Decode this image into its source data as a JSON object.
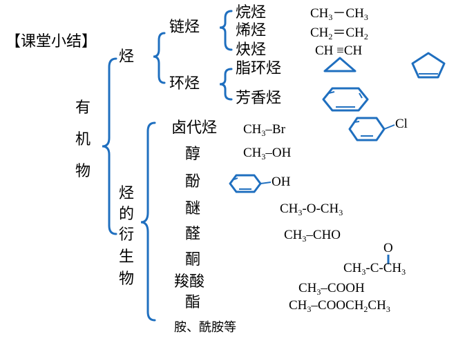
{
  "heading": "【课堂小结】",
  "organic_vertical": [
    "有",
    "机",
    "物"
  ],
  "hydrocarbon": "烃",
  "derivative_vertical": [
    "烃",
    "的",
    "衍",
    "生",
    "物"
  ],
  "chain": "链烃",
  "ring": "环烃",
  "alkane": "烷烃",
  "alkene": "烯烃",
  "alkyne": "炔烃",
  "cycloalkane": "脂环烃",
  "aromatic": "芳香烃",
  "halide": "卤代烃",
  "alcohol": "醇",
  "phenol": "酚",
  "ether": "醚",
  "aldehyde": "醛",
  "ketone": "酮",
  "acid": "羧酸",
  "ester": "酯",
  "amine": "胺、酰胺等",
  "f": {
    "ethane": {
      "a": "CH",
      "a_sub": "3",
      "b": "－CH",
      "b_sub": "3"
    },
    "ethene": {
      "a": "CH",
      "a_sub": "2",
      "b": "＝CH",
      "b_sub": "2"
    },
    "ethyne": "CH ≡CH",
    "bromo": {
      "a": "CH",
      "a_sub": "3",
      "b": "–Br"
    },
    "methanol": {
      "a": "CH",
      "a_sub": "3",
      "b": "–OH"
    },
    "phenol_oh": "OH",
    "chloro_cl": "Cl",
    "ether": {
      "a": "CH",
      "a_sub": "3",
      "b": "-O-CH",
      "b_sub": "3"
    },
    "aldehyde": {
      "a": "CH",
      "a_sub": "3",
      "b": "–CHO"
    },
    "ketone_o": "O",
    "ketone": {
      "a": "CH",
      "a_sub": "3",
      "b": "-C-CH",
      "b_sub": "3"
    },
    "acid": {
      "a": "CH",
      "a_sub": "3",
      "b": "–COOH"
    },
    "ester": {
      "a": "CH",
      "a_sub": "3",
      "b": "–COOCH",
      "b_sub": "2",
      "c": "CH",
      "c_sub": "3"
    }
  },
  "colors": {
    "brace": "#1f6fbf",
    "text": "#000000"
  }
}
